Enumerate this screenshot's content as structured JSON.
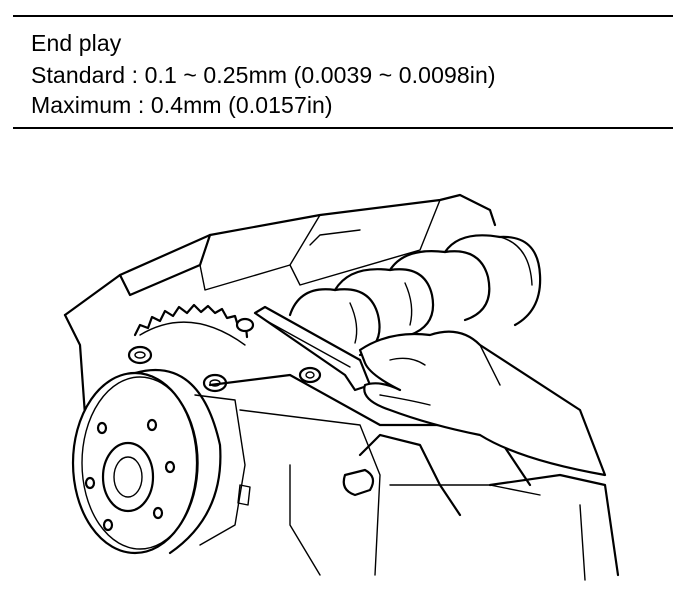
{
  "spec": {
    "title": "End play",
    "standard": "Standard : 0.1 ~ 0.25mm (0.0039 ~ 0.0098in)",
    "maximum": "Maximum :  0.4mm (0.0157in)"
  },
  "illustration": {
    "icon": "camshaft-end-play-measurement-illustration"
  }
}
